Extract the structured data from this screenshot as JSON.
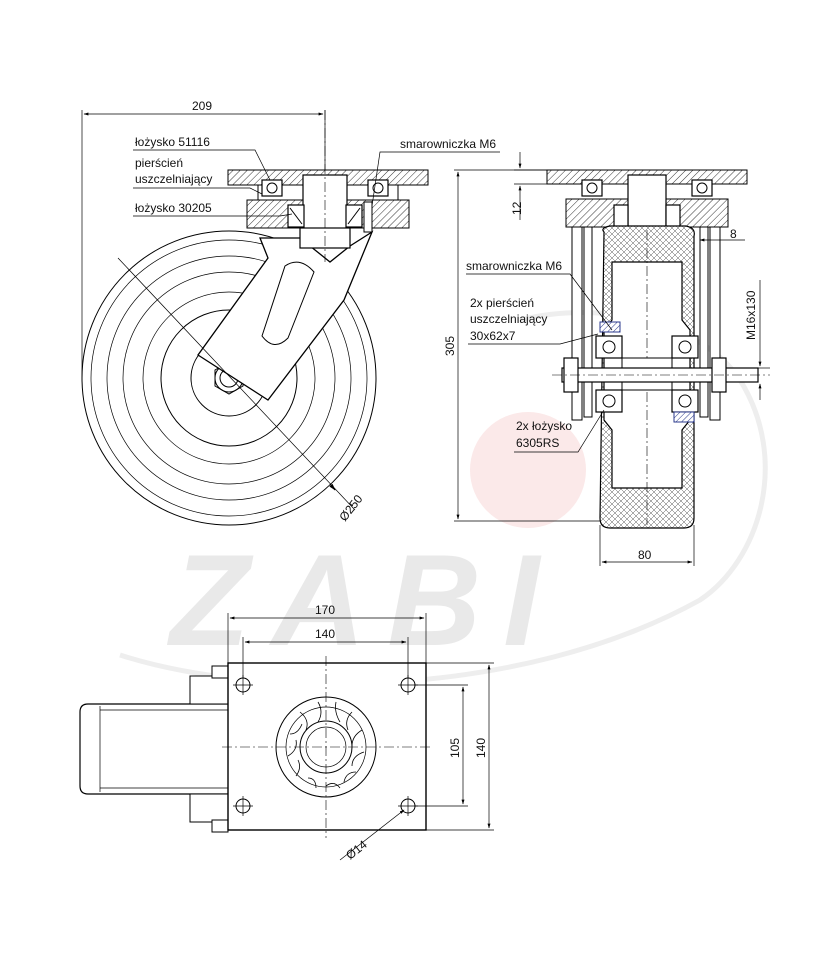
{
  "labels": {
    "dim_width_total": "209",
    "bearing_top": "łożysko 51116",
    "seal_ring_l1": "pierścień",
    "seal_ring_l2": "uszczelniający",
    "bearing_lower": "łożysko 30205",
    "grease_nipple_top": "smarowniczka M6",
    "dim_plate_thickness": "12",
    "dim_offset": "8",
    "grease_nipple_side": "smarowniczka M6",
    "seal_rings_l1": "2x pierścień",
    "seal_rings_l2": "uszczelniający",
    "seal_rings_l3": "30x62x7",
    "dim_height_total": "305",
    "dim_axle": "M16x130",
    "wheel_bearings_l1": "2x łożysko",
    "wheel_bearings_l2": "6305RS",
    "dim_wheel_diameter": "Ø250",
    "dim_wheel_width": "80",
    "dim_plate_width": "170",
    "dim_hole_spacing_x": "140",
    "dim_hole_spacing_y": "105",
    "dim_plate_length": "140",
    "dim_hole_diameter": "Ø14"
  },
  "watermark": {
    "text": "ZABI",
    "color": "#e9e9e9",
    "accent": "#f7dede"
  },
  "colors": {
    "line": "#000000",
    "seal_hatch": "#2b3a8c",
    "background": "#ffffff"
  }
}
